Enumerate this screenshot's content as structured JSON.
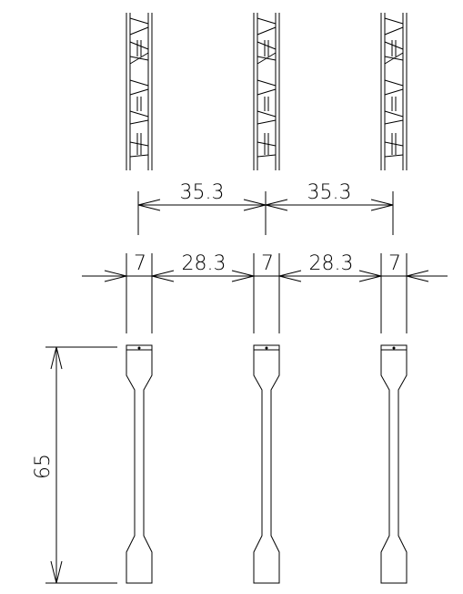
{
  "drawing": {
    "type": "technical-dimension-drawing",
    "dimensions": {
      "center_spacing_left": "35.3",
      "center_spacing_right": "35.3",
      "bar_width_left": "7",
      "gap_left": "28.3",
      "bar_width_middle": "7",
      "gap_right": "28.3",
      "bar_width_right": "7",
      "specimen_length": "65"
    }
  }
}
